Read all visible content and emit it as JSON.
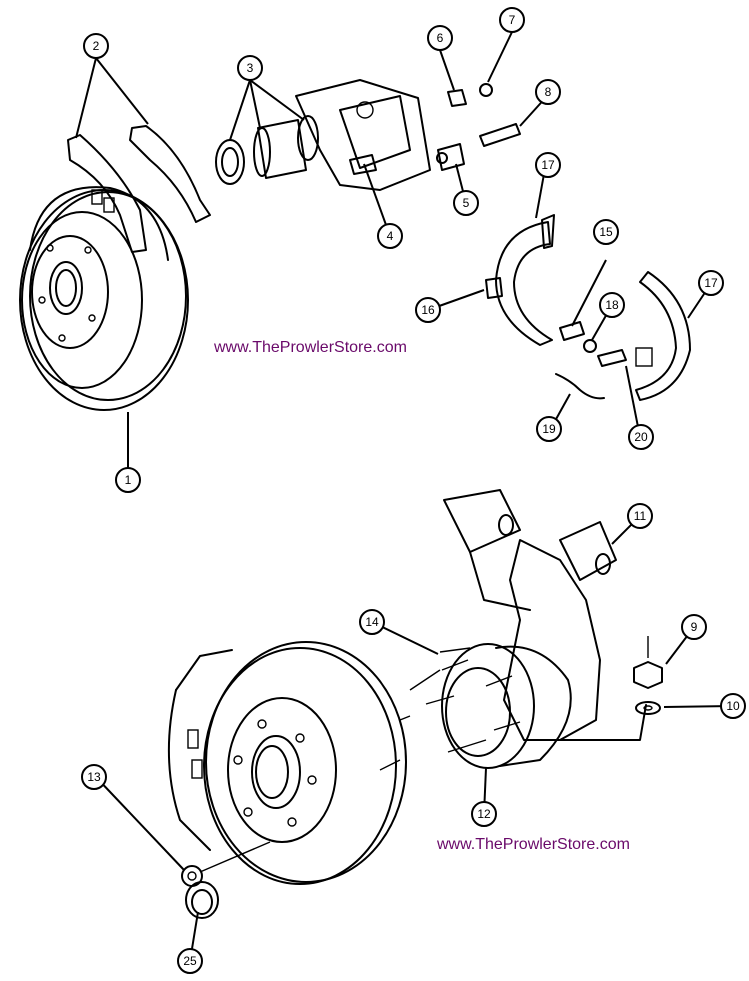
{
  "diagram": {
    "title": "",
    "watermarks": [
      "www.TheProwlerStore.com",
      "www.TheProwlerStore.com"
    ],
    "callouts": [
      {
        "id": "c1",
        "label": "1",
        "part": "rear-rotor"
      },
      {
        "id": "c2",
        "label": "2",
        "part": "brake-pads"
      },
      {
        "id": "c3",
        "label": "3",
        "part": "caliper-piston-seals"
      },
      {
        "id": "c4",
        "label": "4",
        "part": "caliper-bracket"
      },
      {
        "id": "c5",
        "label": "5",
        "part": "guide-pin-bushing"
      },
      {
        "id": "c6",
        "label": "6",
        "part": "bleeder-screw"
      },
      {
        "id": "c7",
        "label": "7",
        "part": "bleeder-cap"
      },
      {
        "id": "c8",
        "label": "8",
        "part": "guide-pin"
      },
      {
        "id": "c9",
        "label": "9",
        "part": "nut"
      },
      {
        "id": "c10",
        "label": "10",
        "part": "washer"
      },
      {
        "id": "c11",
        "label": "11",
        "part": "knuckle"
      },
      {
        "id": "c12",
        "label": "12",
        "part": "hub-bearing"
      },
      {
        "id": "c13",
        "label": "13",
        "part": "hub-nut"
      },
      {
        "id": "c14",
        "label": "14",
        "part": "wheel-studs"
      },
      {
        "id": "c15",
        "label": "15",
        "part": "adjuster"
      },
      {
        "id": "c16",
        "label": "16",
        "part": "shoe-hold-down"
      },
      {
        "id": "c17a",
        "label": "17",
        "part": "parking-brake-shoe"
      },
      {
        "id": "c17b",
        "label": "17",
        "part": "parking-brake-shoe"
      },
      {
        "id": "c18",
        "label": "18",
        "part": "adjuster-nut"
      },
      {
        "id": "c19",
        "label": "19",
        "part": "return-spring"
      },
      {
        "id": "c20",
        "label": "20",
        "part": "adjuster-screw"
      },
      {
        "id": "c25",
        "label": "25",
        "part": "dust-cap"
      }
    ]
  }
}
